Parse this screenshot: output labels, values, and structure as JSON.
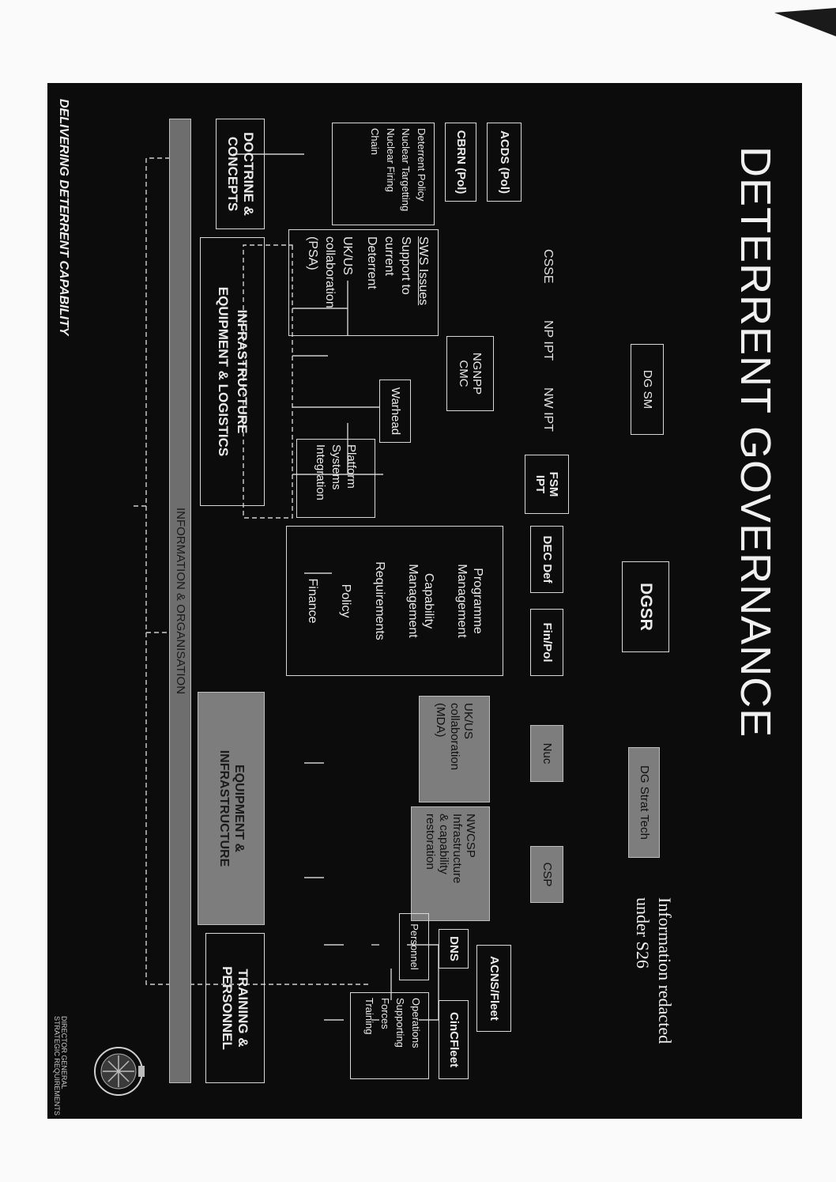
{
  "title": "DETERRENT GOVERNANCE",
  "footer": "DELIVERING DETERRENT CAPABILITY",
  "redaction_note": [
    "Information redacted",
    "under S26"
  ],
  "logo_text": [
    "DIRECTOR GENERAL",
    "STRATEGIC REQUIREMENTS"
  ],
  "top_level": {
    "dg_sm": "DG SM",
    "dgsr": "DGSR",
    "dg_strat_tech": "DG Strat Tech"
  },
  "second_level": {
    "acds_pol": "ACDS (Pol)",
    "cbrn_pol": "CBRN (Pol)",
    "csse": "CSSE",
    "np_ipt": "NP IPT",
    "nw_ipt": "NW IPT",
    "fsm_ipt": [
      "FSM",
      "IPT"
    ],
    "dec_def": "DEC Def",
    "fin_pol": "Fin/Pol",
    "nuc": "Nuc",
    "csp": "CSP",
    "acns_fleet": "ACNS/Fleet",
    "dns": "DNS",
    "cinc_fleet": "CinCFleet"
  },
  "third_level": {
    "deterrent": [
      "Deterrent Policy",
      "Nuclear Targetting",
      "Nuclear Firing Chain"
    ],
    "sws": [
      "SWS Issues",
      "Support to",
      "current",
      "Deterrent",
      "",
      "UK/US",
      "collaboration",
      "(PSA)"
    ],
    "ngnpp": [
      "NGNPP",
      "CMC"
    ],
    "warhead": "Warhead",
    "platform": [
      "Platform",
      "Systems",
      "Integration"
    ],
    "dec_items": [
      "Programme Management",
      "Capability Management",
      "Requirements",
      "Policy",
      "Finance"
    ],
    "ukus_mda": [
      "UK/US",
      "collaboration",
      "(MDA)"
    ],
    "nwcsp": [
      "NWCSP",
      "Infrastructure",
      "& capability",
      "restoration"
    ],
    "personnel": "Personnel",
    "fleet_items": [
      "Operations",
      "Supporting Forces",
      "Training"
    ]
  },
  "bottom_bars": {
    "doctrine": [
      "DOCTRINE &",
      "CONCEPTS"
    ],
    "infrastructure": [
      "INFRASTRUCTURE",
      "EQUIPMENT & LOGISTICS"
    ],
    "equipment": [
      "EQUIPMENT &",
      "INFRASTRUCTURE"
    ],
    "training": [
      "TRAINING &",
      "PERSONNEL"
    ],
    "information": "INFORMATION & ORGANISATION"
  }
}
